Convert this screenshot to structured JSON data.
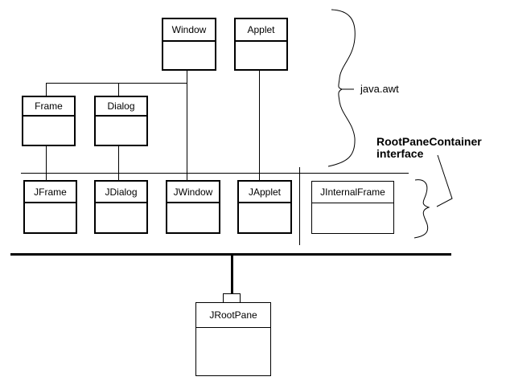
{
  "classes": {
    "window": "Window",
    "applet": "Applet",
    "frame": "Frame",
    "dialog": "Dialog",
    "jframe": "JFrame",
    "jdialog": "JDialog",
    "jwindow": "JWindow",
    "japplet": "JApplet",
    "jinternalframe": "JInternalFrame",
    "jrootpane": "JRootPane"
  },
  "annotations": {
    "package_label": "java.awt",
    "interface_label_line1": "RootPaneContainer",
    "interface_label_line2": "interface"
  },
  "colors": {
    "foreground": "#000000",
    "background": "#ffffff"
  }
}
